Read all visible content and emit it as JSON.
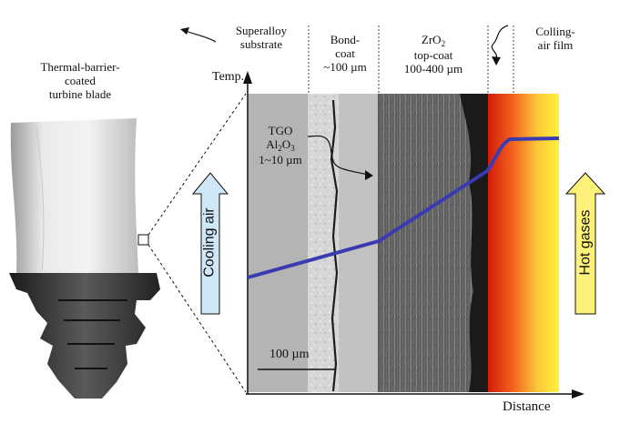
{
  "blade": {
    "title_lines": [
      "Thermal-barrier-",
      "coated",
      "turbine blade"
    ]
  },
  "axes": {
    "y_label": "Temp.",
    "x_label": "Distance"
  },
  "layers": {
    "substrate": {
      "lines": [
        "Superalloy",
        "substrate"
      ]
    },
    "bond_coat": {
      "lines": [
        "Bond-",
        "coat",
        "~100 µm"
      ]
    },
    "top_coat": {
      "line1_base": "ZrO",
      "line1_sub": "2",
      "lines": [
        "top-coat",
        "100-400 µm"
      ]
    },
    "air_film": {
      "lines": [
        "Colling-",
        "air film"
      ]
    }
  },
  "tgo": {
    "line1": "TGO",
    "line2_base1": "Al",
    "line2_sub1": "2",
    "line2_base2": "O",
    "line2_sub2": "3",
    "line3": "1~10 µm"
  },
  "arrows": {
    "cooling": "Cooling air",
    "hot": "Hot gases"
  },
  "scale_bar": "100 µm",
  "colors": {
    "cooling_fill": "#cfe7f7",
    "hot_fill": "#fff27a",
    "temperature_curve": "#3a3bb0"
  }
}
